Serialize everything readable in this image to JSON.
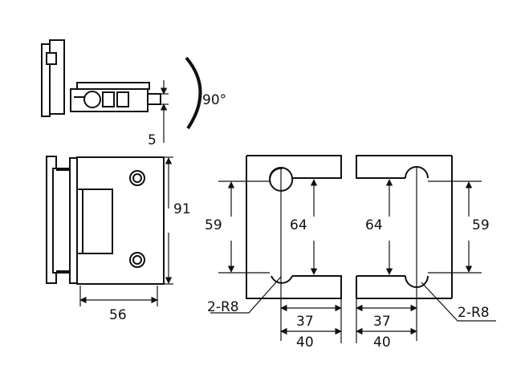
{
  "drawing": {
    "top_view": {
      "angle_label": "90°",
      "offset_label": "5"
    },
    "front_view": {
      "height_label": "91",
      "width_label": "56"
    },
    "left_cutout": {
      "hole_spacing_label": "59",
      "overall_height_label": "64",
      "radius_label": "2-R8",
      "inner_width_label": "37",
      "outer_width_label": "40"
    },
    "right_cutout": {
      "hole_spacing_label": "59",
      "overall_height_label": "64",
      "radius_label": "2-R8",
      "inner_width_label": "37",
      "outer_width_label": "40"
    }
  }
}
